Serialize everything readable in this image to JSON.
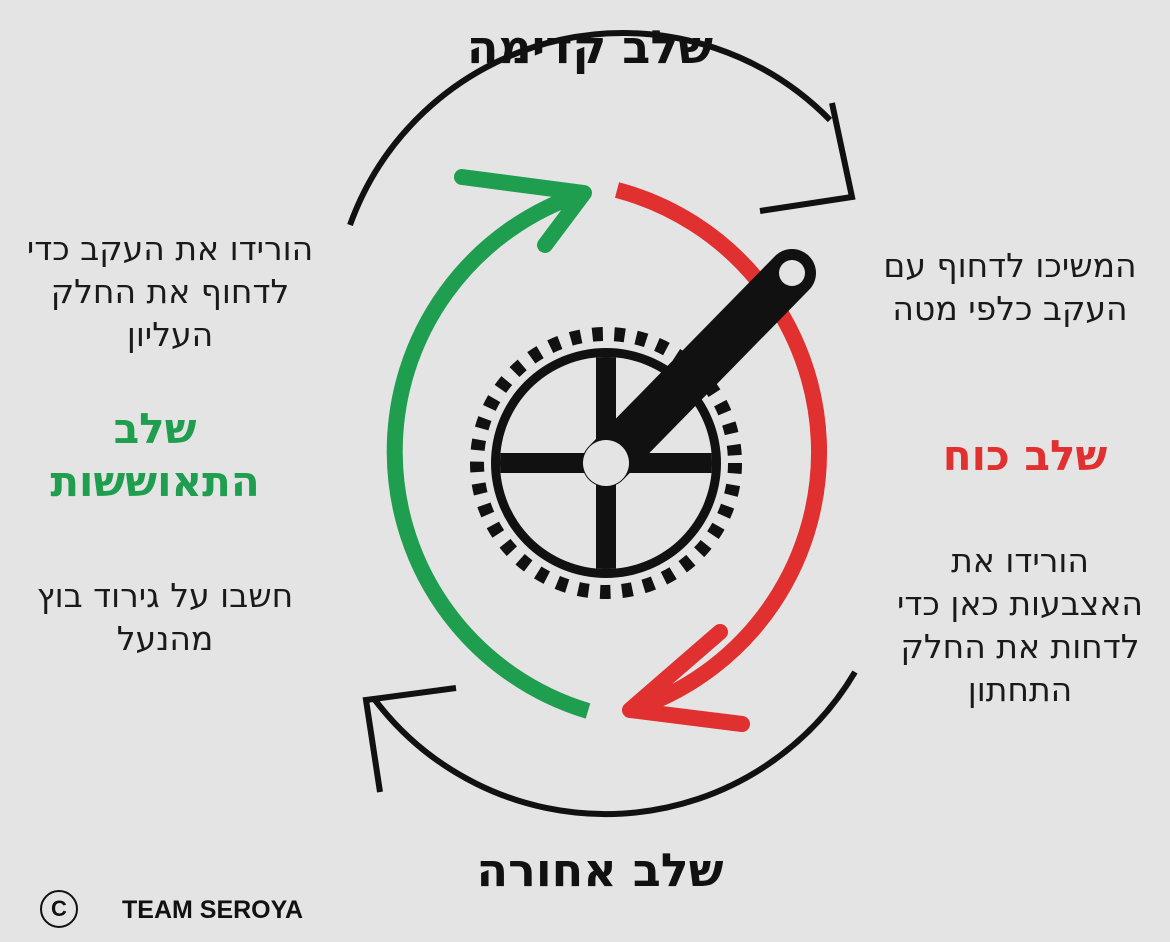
{
  "phases": {
    "top": "שלב קדימה",
    "bottom": "שלב אחורה",
    "power": "שלב כוח",
    "recovery": "שלב התאוששות"
  },
  "notes": {
    "top_left": "הורידו את העקב כדי לדחוף את החלק העליון",
    "bottom_left": "חשבו על גירוד בוץ מהנעל",
    "top_right": "המשיכו לדחוף עם העקב כלפי מטה",
    "bottom_right": "הורידו את האצבעות כאן כדי לדחות את החלק התחתון"
  },
  "footer": {
    "copyright_symbol": "C",
    "brand": "TEAM SEROYA"
  },
  "colors": {
    "background": "#e4e4e4",
    "power": "#e0302f",
    "recovery": "#1e9e4e",
    "outline": "#111111"
  },
  "icons": [
    "chainring-icon",
    "crank-arm-icon",
    "clockwise-arrow-icon",
    "copyright-icon"
  ]
}
